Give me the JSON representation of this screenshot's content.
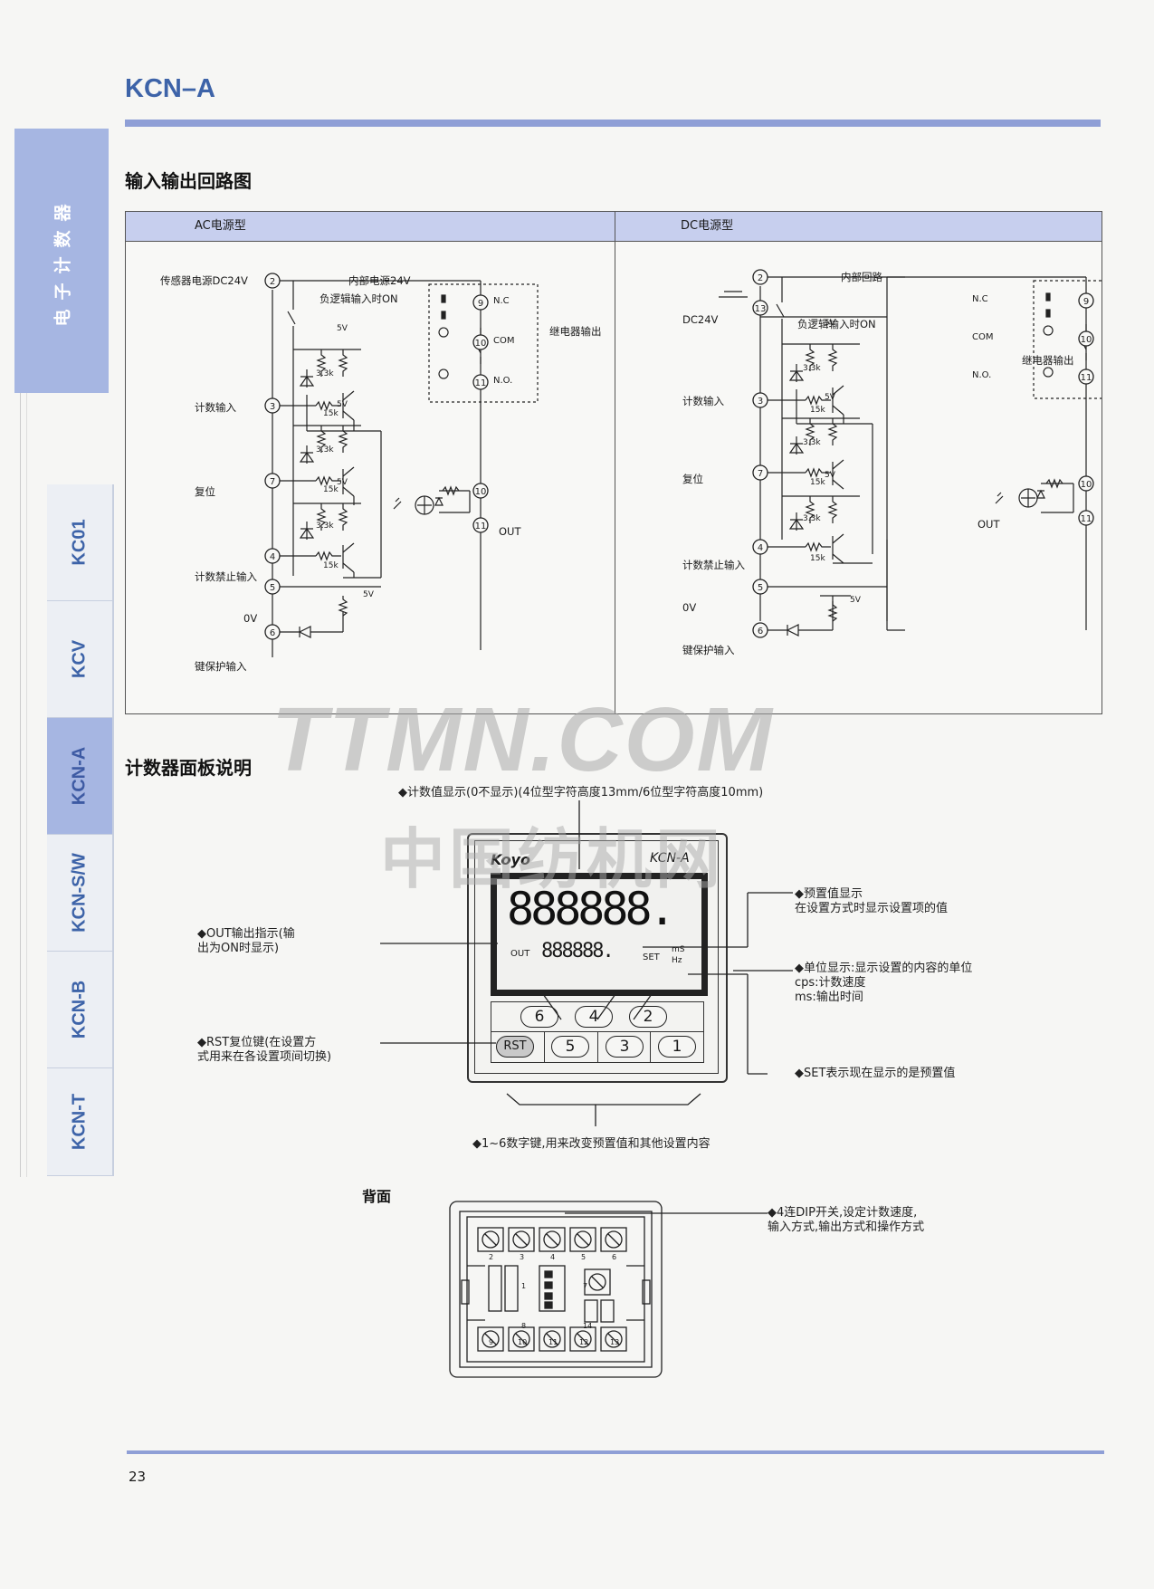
{
  "header": {
    "title": "KCN–A"
  },
  "side_tabs": {
    "main": "电子计数器",
    "items": [
      "KC01",
      "KCV",
      "KCN-A",
      "KCN-S/W",
      "KCN-B",
      "KCN-T"
    ]
  },
  "sections": {
    "io": "输入输出回路图",
    "panel": "计数器面板说明",
    "back": "背面"
  },
  "circuit": {
    "ac": {
      "label": "AC电源型",
      "labels": {
        "sensor_power": "传感器电源DC24V",
        "internal": "内部电源24V",
        "neg_logic": "负逻辑输入时ON",
        "count_in": "计数输入",
        "reset": "复位",
        "inhibit": "计数禁止输入",
        "zero_v": "0V",
        "key_protect": "键保护输入",
        "relay": "继电器输出",
        "out": "OUT"
      }
    },
    "dc": {
      "label": "DC电源型",
      "labels": {
        "dc24": "DC24V",
        "internal": "内部回路",
        "neg_logic": "负逻辑输入时ON",
        "count_in": "计数输入",
        "reset": "复位",
        "inhibit": "计数禁止输入",
        "zero_v": "0V",
        "key_protect": "键保护输入",
        "relay": "继电器输出",
        "out": "OUT"
      }
    },
    "component": {
      "r1": "3.3k",
      "r2": "15k",
      "v5": "5V",
      "nc": "N.C",
      "com": "COM",
      "no": "N.O."
    }
  },
  "panel": {
    "brand": "Koyo",
    "model": "KCN-A",
    "display_main": "888888.",
    "display_sub": "888888.",
    "out": "OUT",
    "set": "SET",
    "ms": "mS",
    "hz": "Hz",
    "keys_top": [
      "6",
      "4",
      "2"
    ],
    "keys_bottom": [
      "RST",
      "5",
      "3",
      "1"
    ],
    "annotations": {
      "count_display": "◆计数值显示(0不显示)(4位型字符高度13mm/6位型字符高度10mm)",
      "preset_1": "◆预置值显示",
      "preset_2": "在设置方式时显示设置项的值",
      "out_1": "◆OUT输出指示(输",
      "out_2": "出为ON时显示)",
      "unit_1": "◆单位显示:显示设置的内容的单位",
      "unit_2": "cps:计数速度",
      "unit_3": "ms:输出时间",
      "rst_1": "◆RST复位键(在设置方",
      "rst_2": "式用来在各设置项间切换)",
      "set_ind": "◆SET表示现在显示的是预置值",
      "numkeys": "◆1~6数字键,用来改变预置值和其他设置内容"
    }
  },
  "back": {
    "dip_1": "◆4连DIP开关,设定计数速度,",
    "dip_2": "输入方式,输出方式和操作方式",
    "top_terms": [
      "2",
      "3",
      "4",
      "5",
      "6"
    ],
    "bottom_terms": [
      "9",
      "10",
      "11",
      "12",
      "13"
    ],
    "side_terms": [
      "1",
      "8",
      "7",
      "14"
    ]
  },
  "watermark": {
    "line1": "TTMN.COM",
    "line2": "中国纺机网"
  },
  "footer": {
    "page": "23"
  }
}
